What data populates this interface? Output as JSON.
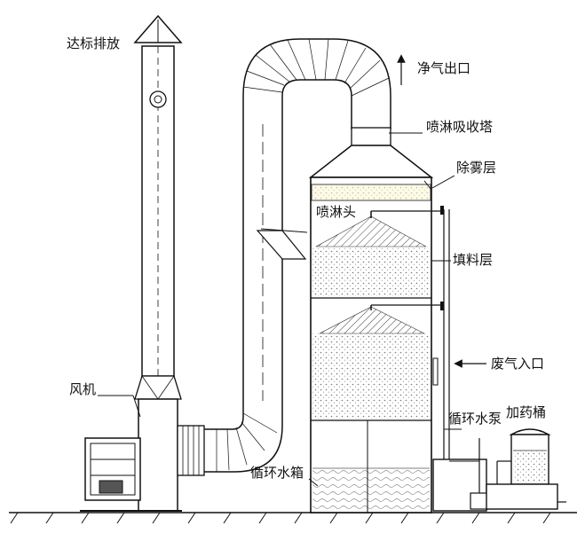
{
  "labels": {
    "stack": "达标排放",
    "clean_outlet": "净气出口",
    "tower": "喷淋吸收塔",
    "demister": "除雾层",
    "spray_head": "喷淋头",
    "packing": "填料层",
    "waste_inlet": "废气入口",
    "fan": "风机",
    "pump": "循环水泵",
    "dosing_tank": "加药桶",
    "water_tank": "循环水箱"
  }
}
